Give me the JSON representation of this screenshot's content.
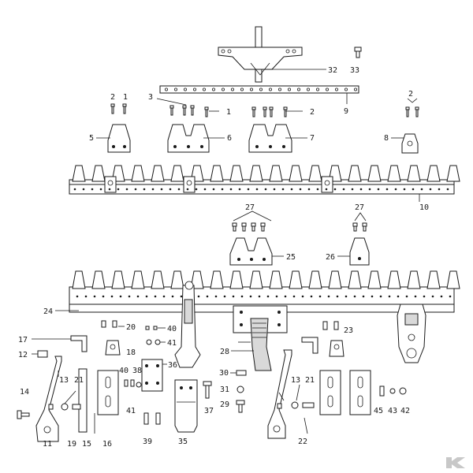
{
  "callouts": {
    "c1a": "1",
    "c1b": "1",
    "c2a": "2",
    "c2b": "2",
    "c2c": "2",
    "c3": "3",
    "c5": "5",
    "c6": "6",
    "c7": "7",
    "c8": "8",
    "c9": "9",
    "c10": "10",
    "c11": "11",
    "c12": "12",
    "c13a": "13",
    "c13b": "13",
    "c14": "14",
    "c15": "15",
    "c16": "16",
    "c17": "17",
    "c18": "18",
    "c19": "19",
    "c20": "20",
    "c21a": "21",
    "c21b": "21",
    "c22": "22",
    "c23": "23",
    "c24": "24",
    "c25": "25",
    "c26": "26",
    "c27a": "27",
    "c27b": "27",
    "c28": "28",
    "c29": "29",
    "c30": "30",
    "c31": "31",
    "c32": "32",
    "c33": "33",
    "c35": "35",
    "c36": "36",
    "c37": "37",
    "c38": "38",
    "c39": "39",
    "c40a": "40",
    "c40b": "40",
    "c41a": "41",
    "c41b": "41",
    "c42": "42",
    "c43": "43",
    "c45": "45"
  },
  "brand_icon": "brand-logo-icon",
  "colors": {
    "ink": "#1a1a1a",
    "paper": "#ffffff",
    "shade": "#d9d9d9",
    "logo": "#c8c8c8"
  }
}
